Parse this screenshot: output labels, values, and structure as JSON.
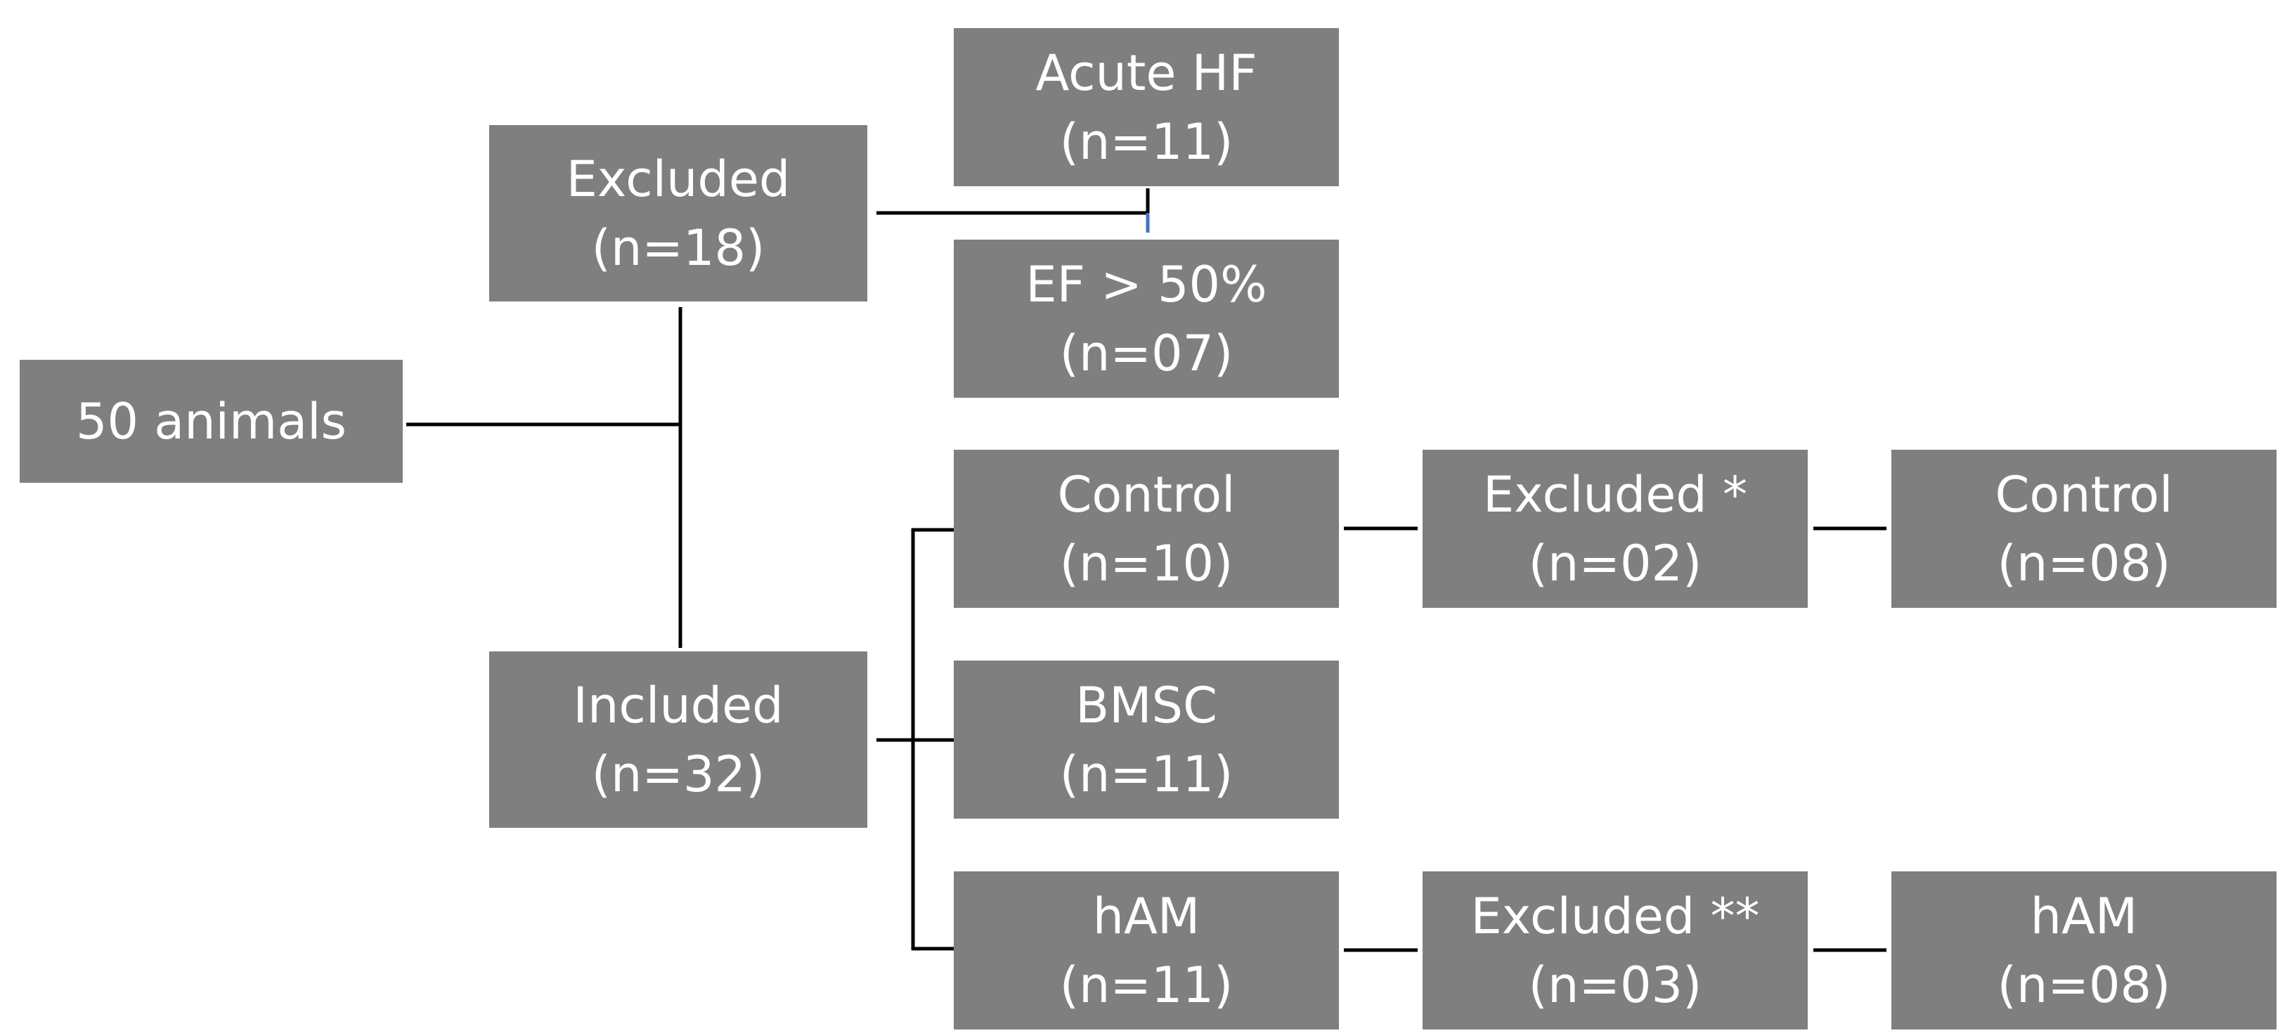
{
  "boxes": {
    "start": {
      "label": "50 animals"
    },
    "excluded": {
      "label": "Excluded",
      "count": "(n=18)"
    },
    "included": {
      "label": "Included",
      "count": "(n=32)"
    },
    "acute_hf": {
      "label": "Acute HF",
      "count": "(n=11)"
    },
    "ef_50": {
      "label": "EF > 50%",
      "count": "(n=07)"
    },
    "control": {
      "label": "Control",
      "count": "(n=10)"
    },
    "bmsc": {
      "label": "BMSC",
      "count": "(n=11)"
    },
    "ham": {
      "label": "hAM",
      "count": "(n=11)"
    },
    "excluded_control": {
      "label": "Excluded *",
      "count": "(n=02)"
    },
    "excluded_ham": {
      "label": "Excluded **",
      "count": "(n=03)"
    },
    "final_control": {
      "label": "Control",
      "count": "(n=08)"
    },
    "final_ham": {
      "label": "hAM",
      "count": "(n=08)"
    }
  },
  "colors": {
    "box_fill": "#7f7f7f",
    "box_text": "#ffffff",
    "connector": "#000000",
    "connector_accent": "#4472c4"
  }
}
